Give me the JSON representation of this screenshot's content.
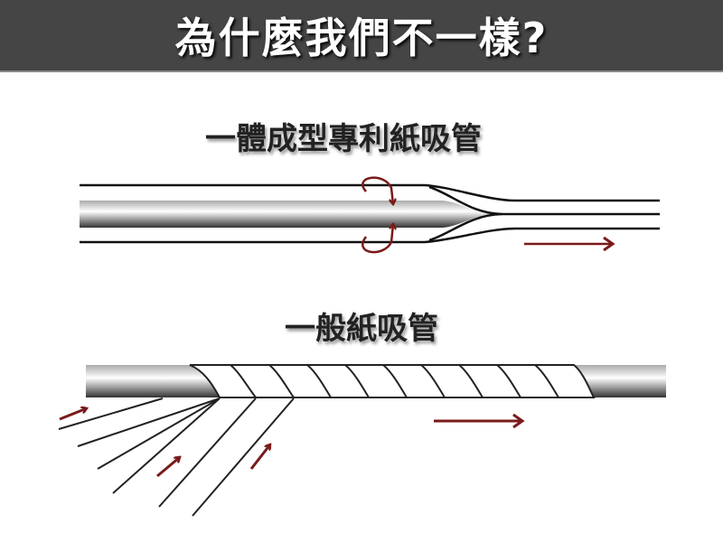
{
  "title": "為什麼我們不一樣?",
  "section_integrated": {
    "label": "一體成型專利紙吸管"
  },
  "section_ordinary": {
    "label": "一般紙吸管"
  },
  "colors": {
    "title_bg": "#454545",
    "arrow": "#7a1a1a",
    "line": "#222222"
  }
}
